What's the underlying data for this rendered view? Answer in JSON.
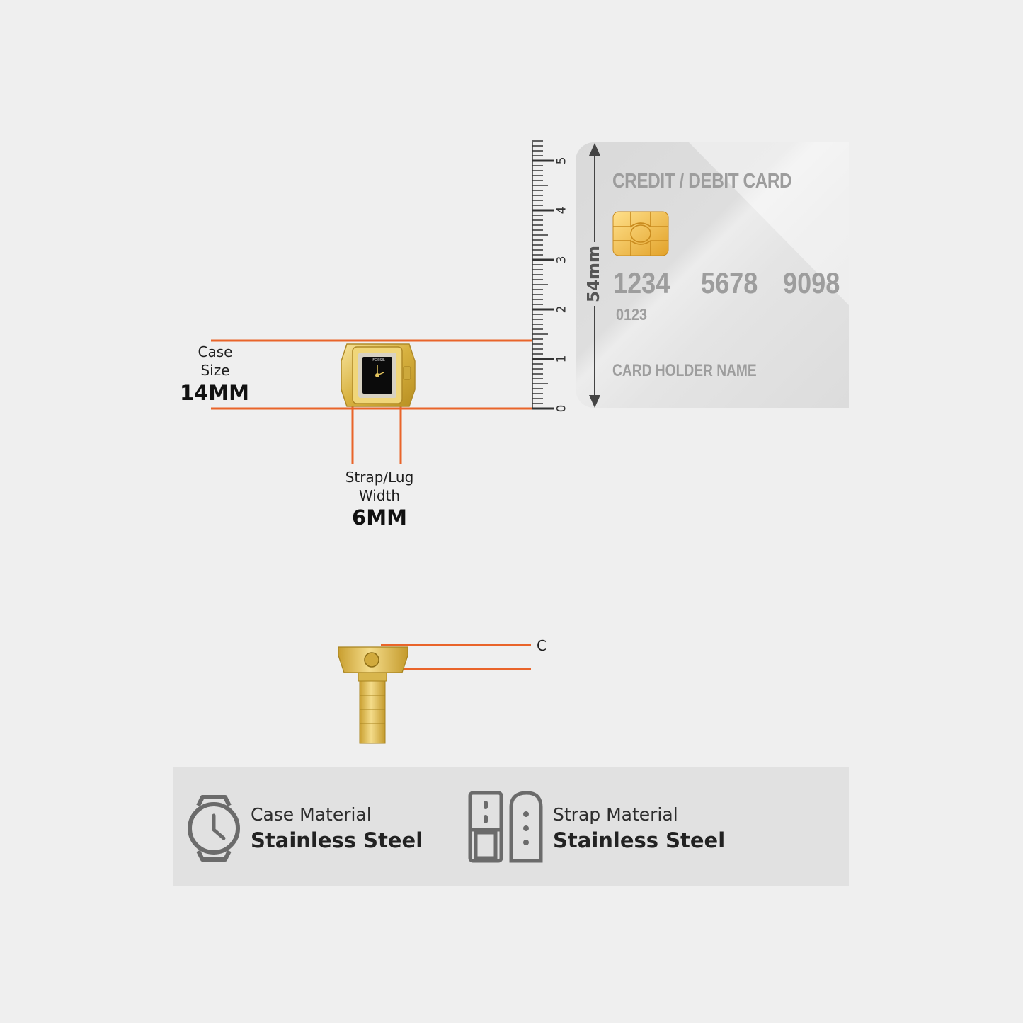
{
  "case_size": {
    "label": "Case\nSize",
    "value": "14MM"
  },
  "strap_width": {
    "label": "Strap/Lug\nWidth",
    "value": "6MM"
  },
  "thickness": {
    "label_fragment": "C"
  },
  "ruler": {
    "ticks": [
      "0",
      "1",
      "2",
      "3",
      "4",
      "5"
    ]
  },
  "card": {
    "title": "CREDIT / DEBIT CARD",
    "number_groups": [
      "1234",
      "5678",
      "9098"
    ],
    "small_number": "0123",
    "holder": "CARD HOLDER NAME",
    "height_label": "54mm"
  },
  "watch_brand": "FOSSIL",
  "features": [
    {
      "icon": "watch-icon",
      "title": "Case Material",
      "value": "Stainless Steel"
    },
    {
      "icon": "strap-icon",
      "title": "Strap Material",
      "value": "Stainless Steel"
    }
  ],
  "colors": {
    "accent": "#e9642a",
    "gold": "#e3c45e",
    "band": "#e1e1e1"
  }
}
